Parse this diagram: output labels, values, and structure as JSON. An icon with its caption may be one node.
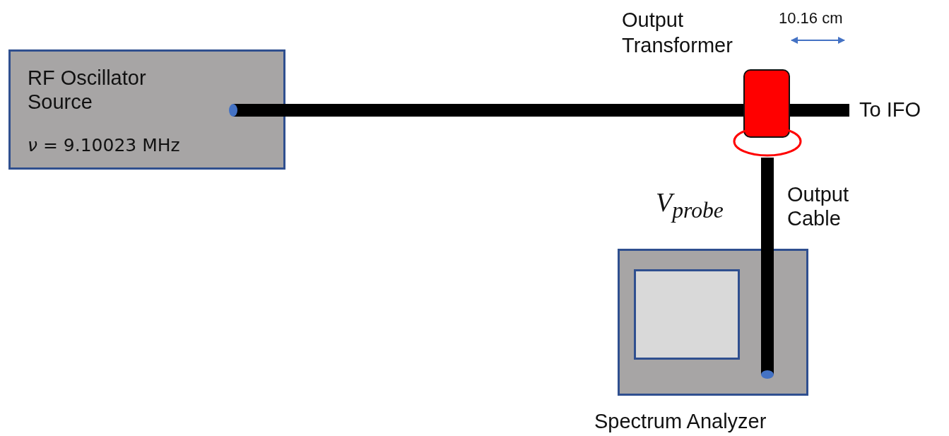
{
  "diagram": {
    "nodes": [
      {
        "text": [
          "RF Oscillator Source",
          "*ν* = 9.10023 MHz"
        ]
      },
      {
        "text": [
          "Output Transformer"
        ]
      },
      {
        "text": [
          "To IFO"
        ]
      },
      {
        "text": [],
        "shape": "circle"
      },
      {
        "text": [
          "Spectrum Analyzer"
        ]
      },
      {
        "text": [],
        "shape": "box",
        "in": 4
      }
    ],
    "edges": [
      {
        "from": 0,
        "to": 1,
        "arrow": "none"
      },
      {
        "from": 1,
        "to": 2,
        "arrow": "none"
      },
      {
        "from": 3,
        "to": 4,
        "arrow": "none"
      }
    ],
    "labels": [
      "10.16 cm",
      "V$_{probe}$",
      "Output Cable"
    ]
  }
}
